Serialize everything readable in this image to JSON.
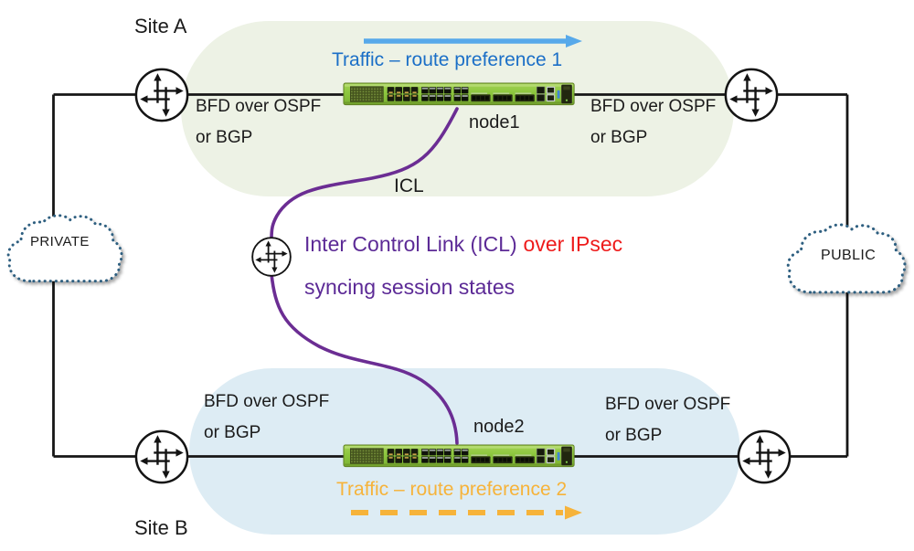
{
  "labels": {
    "site_a": "Site A",
    "site_b": "Site B",
    "node1": "node1",
    "node2": "node2",
    "icl": "ICL",
    "private_cloud": "PRIVATE",
    "public_cloud": "PUBLIC"
  },
  "bfd_label": {
    "line1": "BFD over OSPF",
    "line2": "or BGP"
  },
  "traffic": {
    "route1": "Traffic – route preference 1",
    "route2": "Traffic – route preference 2"
  },
  "icl_description": {
    "purple_part": "Inter Control Link (ICL)",
    "red_part": "over IPsec",
    "line2": "syncing session states"
  },
  "colors": {
    "site_a_bg": "#edf2e5",
    "site_b_bg": "#ddecf4",
    "link_line": "#161616",
    "traffic1_text": "#1b6fc7",
    "traffic1_arrow": "#57a9ea",
    "traffic2": "#f6b33a",
    "purple_text": "#5c2a96",
    "red_text": "#ee1b1b",
    "icl_curve": "#6b2d93",
    "cloud_dot": "#2e5f80",
    "switch_green": "#8cc63e",
    "text_dark": "#1b1b1b"
  }
}
